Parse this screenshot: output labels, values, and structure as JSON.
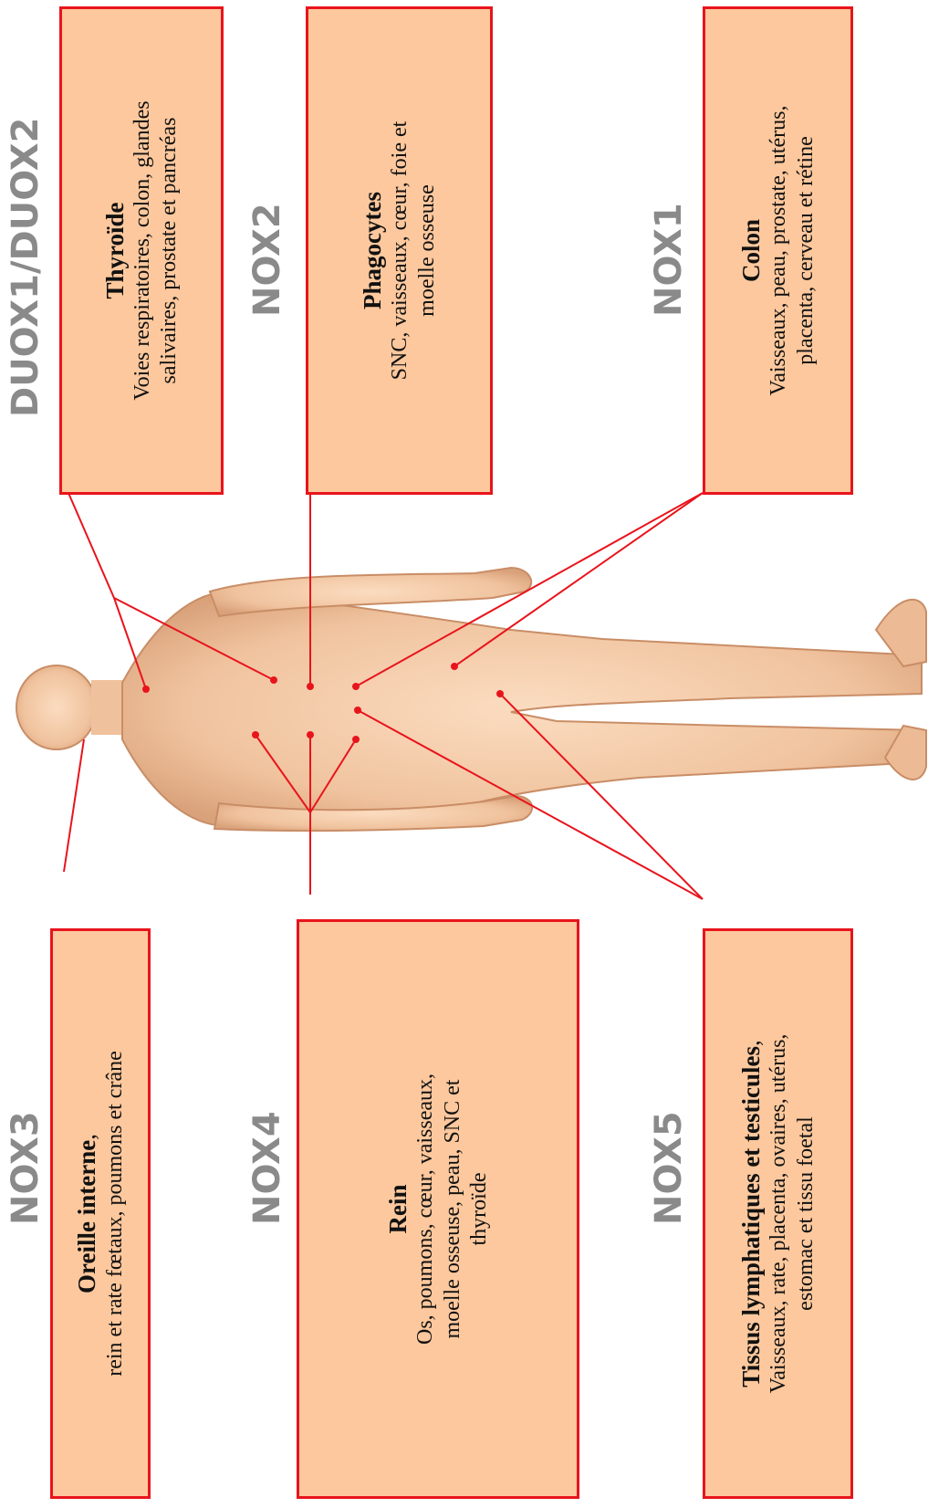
{
  "colors": {
    "box_fill": "#fdc89d",
    "box_border": "#e8141c",
    "connector": "#e8141c",
    "label_gray": "#8a8a8a",
    "skin": "#f2c9a6"
  },
  "groups": {
    "duox": {
      "label": "DUOX1/DUOX2",
      "title": "Thyroïde",
      "lines": [
        "Voies respiratoires, colon, glandes",
        "salivaires, prostate et pancréas"
      ]
    },
    "nox2": {
      "label": "NOX2",
      "title": "Phagocytes",
      "lines": [
        "SNC, vaisseaux, cœur, foie et",
        "moelle osseuse"
      ]
    },
    "nox1": {
      "label": "NOX1",
      "title": "Colon",
      "lines": [
        "Vaisseaux, peau, prostate, utérus,",
        "placenta, cerveau et rétine"
      ]
    },
    "nox3": {
      "label": "NOX3",
      "title": "Oreille interne",
      "title_suffix": ",",
      "lines": [
        "rein et rate fœtaux, poumons et crâne"
      ]
    },
    "nox4": {
      "label": "NOX4",
      "title": "Rein",
      "lines": [
        "Os, poumons, cœur, vaisseaux,",
        "moelle osseuse, peau, SNC et",
        "thyroïde"
      ]
    },
    "nox5": {
      "label": "NOX5",
      "title": "Tissus lymphatiques et testicules",
      "title_suffix": ",",
      "lines": [
        "Vaisseaux, rate, placenta, ovaires, utérus,",
        "estomac et tissu foetal"
      ]
    }
  }
}
